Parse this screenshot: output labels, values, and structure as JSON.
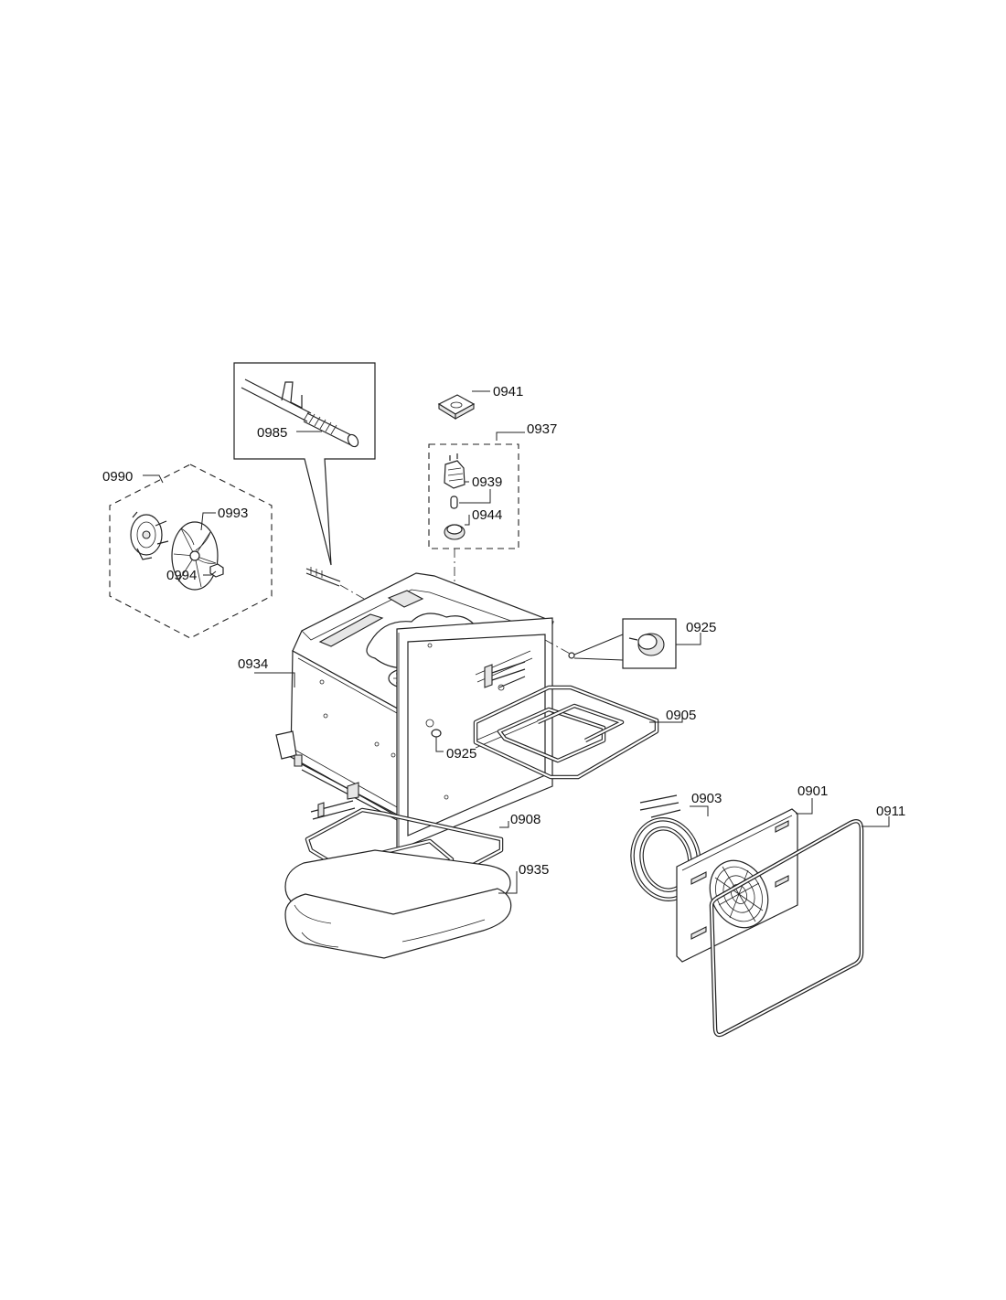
{
  "callouts": {
    "c0941": "0941",
    "c0937": "0937",
    "c0939": "0939",
    "c0944": "0944",
    "c0985": "0985",
    "c0990": "0990",
    "c0993": "0993",
    "c0994": "0994",
    "c0925_top": "0925",
    "c0934": "0934",
    "c0905": "0905",
    "c0925_mid": "0925",
    "c0908": "0908",
    "c0935": "0935",
    "c0903": "0903",
    "c0901": "0901",
    "c0911": "0911"
  }
}
